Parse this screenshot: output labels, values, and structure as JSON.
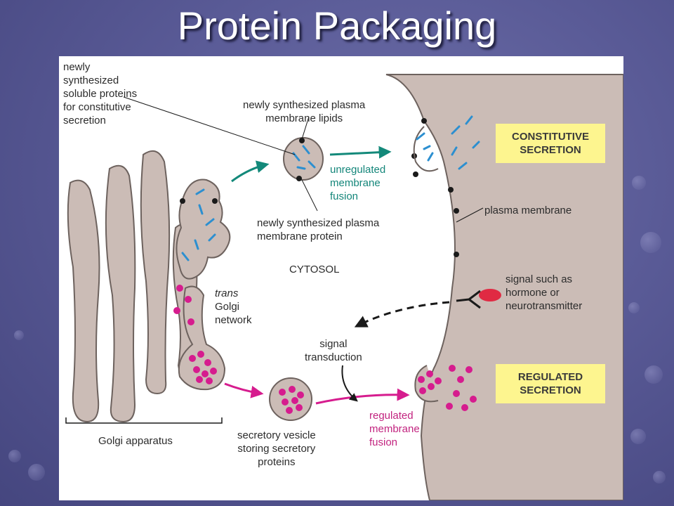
{
  "slide": {
    "title": "Protein Packaging"
  },
  "diagram": {
    "labels": {
      "soluble_proteins": [
        "newly",
        "synthesized",
        "soluble proteins",
        "for constitutive",
        "secretion"
      ],
      "membrane_lipids": [
        "newly synthesized plasma",
        "membrane lipids"
      ],
      "unregulated_fusion": [
        "unregulated",
        "membrane",
        "fusion"
      ],
      "membrane_protein": [
        "newly synthesized plasma",
        "membrane protein"
      ],
      "cytosol": "CYTOSOL",
      "trans_golgi": [
        "trans",
        "Golgi",
        "network"
      ],
      "golgi_apparatus": "Golgi apparatus",
      "signal_transduction": [
        "signal",
        "transduction"
      ],
      "secretory_vesicle": [
        "secretory vesicle",
        "storing secretory",
        "proteins"
      ],
      "regulated_fusion": [
        "regulated",
        "membrane",
        "fusion"
      ],
      "plasma_membrane": "plasma membrane",
      "signal": [
        "signal such as",
        "hormone or",
        "neurotransmitter"
      ],
      "constitutive_box": [
        "CONSTITUTIVE",
        "SECRETION"
      ],
      "regulated_box": [
        "REGULATED",
        "SECRETION"
      ]
    },
    "colors": {
      "organelle": "#cbbcb6",
      "organelle_outline": "#6d625e",
      "extracellular": "#cbbcb6",
      "teal_arrow": "#13897a",
      "magenta": "#d61c8e",
      "protein_blue": "#2c8fd0",
      "highlight_box": "#fdf58f",
      "signal_molecule": "#e02a43"
    }
  }
}
